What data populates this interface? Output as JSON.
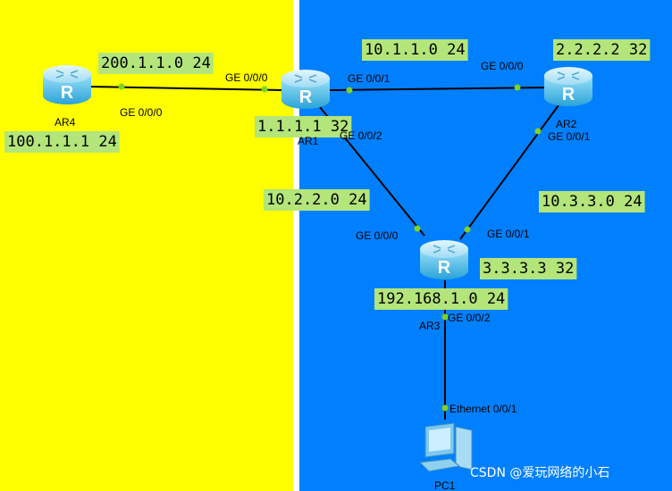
{
  "colors": {
    "left_zone": "#ffff00",
    "right_zone": "#0080ff",
    "label_bg": "#b3e57a",
    "link": "#000000",
    "port_dot": "#7ed321",
    "router_body": "#5bc4ee"
  },
  "devices": {
    "ar1": "AR1",
    "ar2": "AR2",
    "ar3": "AR3",
    "ar4": "AR4",
    "pc1": "PC1"
  },
  "ports": {
    "ar4_g0": "GE 0/0/0",
    "ar1_g0": "GE 0/0/0",
    "ar1_g1": "GE 0/0/1",
    "ar1_g2": "GE 0/0/2",
    "ar2_g0": "GE 0/0/0",
    "ar2_g1": "GE 0/0/1",
    "ar3_g0": "GE 0/0/0",
    "ar3_g1": "GE 0/0/1",
    "ar3_g2": "GE 0/0/2",
    "pc1_eth": "Ethernet 0/0/1"
  },
  "networks": {
    "ar4_ar1": "200.1.1.0 24",
    "ar4_lan": "100.1.1.1 24",
    "ar1_loop": "1.1.1.1 32",
    "ar1_ar2": "10.1.1.0 24",
    "ar2_loop": "2.2.2.2 32",
    "ar1_ar3": "10.2.2.0 24",
    "ar2_ar3": "10.3.3.0 24",
    "ar3_loop": "3.3.3.3 32",
    "ar3_lan": "192.168.1.0 24"
  },
  "icons": {
    "router": "router-icon",
    "pc": "desktop-pc-icon"
  },
  "watermark": "CSDN @爱玩网络的小石"
}
